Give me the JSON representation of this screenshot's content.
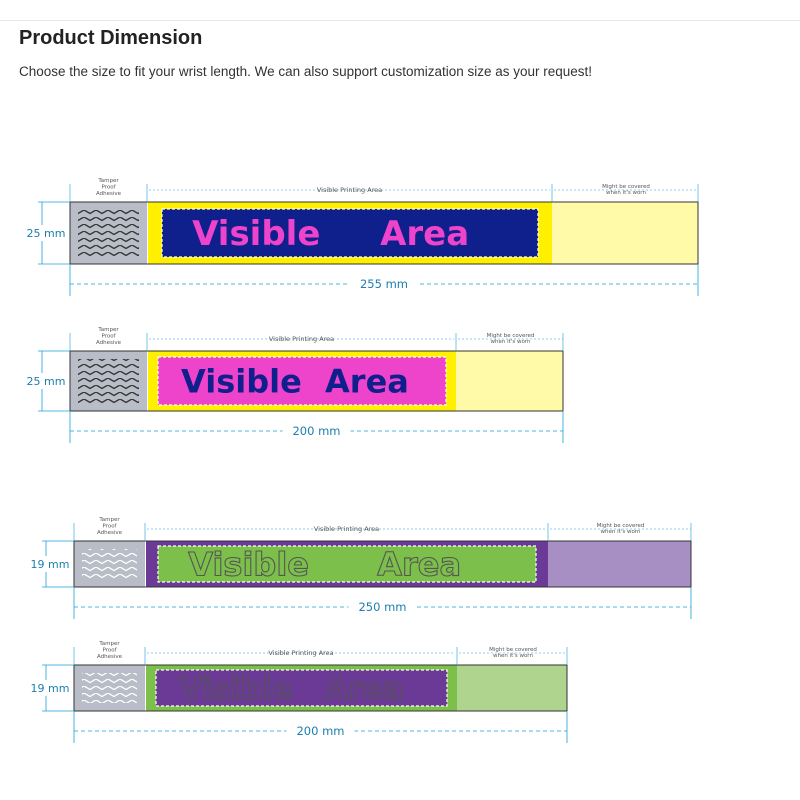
{
  "header": {
    "title": "Product Dimension",
    "subtitle": "Choose the size to fit your wrist length. We can also support customization size as your request!"
  },
  "labels": {
    "tamper": [
      "Tamper",
      "Proof",
      "Adhesive"
    ],
    "visible_printing_area": "Visible Printing Area",
    "covered": [
      "Might be covered",
      "when it's worn"
    ],
    "band_text_left": "Visible",
    "band_text_right": "Area"
  },
  "wristbands": [
    {
      "width_label": "255 mm",
      "height_label": "25 mm",
      "colors": {
        "adhesive": "#b8bdc8",
        "band": "#fff000",
        "print": "#0f1f8c",
        "text": "#ee44cc",
        "tail": "#fffaa8"
      }
    },
    {
      "width_label": "200 mm",
      "height_label": "25 mm",
      "colors": {
        "adhesive": "#b8bdc8",
        "band": "#fff000",
        "print": "#ee44cc",
        "text": "#0f1f8c",
        "tail": "#fffaa8"
      }
    },
    {
      "width_label": "250 mm",
      "height_label": "19 mm",
      "colors": {
        "adhesive": "#b8bdc8",
        "band": "#6b3a96",
        "print": "#7cc04b",
        "text": "#7cc04b",
        "tail": "#a78ec3"
      }
    },
    {
      "width_label": "200 mm",
      "height_label": "19 mm",
      "colors": {
        "adhesive": "#b8bdc8",
        "band": "#7cc04b",
        "print": "#6b3a96",
        "text": "#6b3a96",
        "tail": "#aed48e"
      }
    }
  ]
}
